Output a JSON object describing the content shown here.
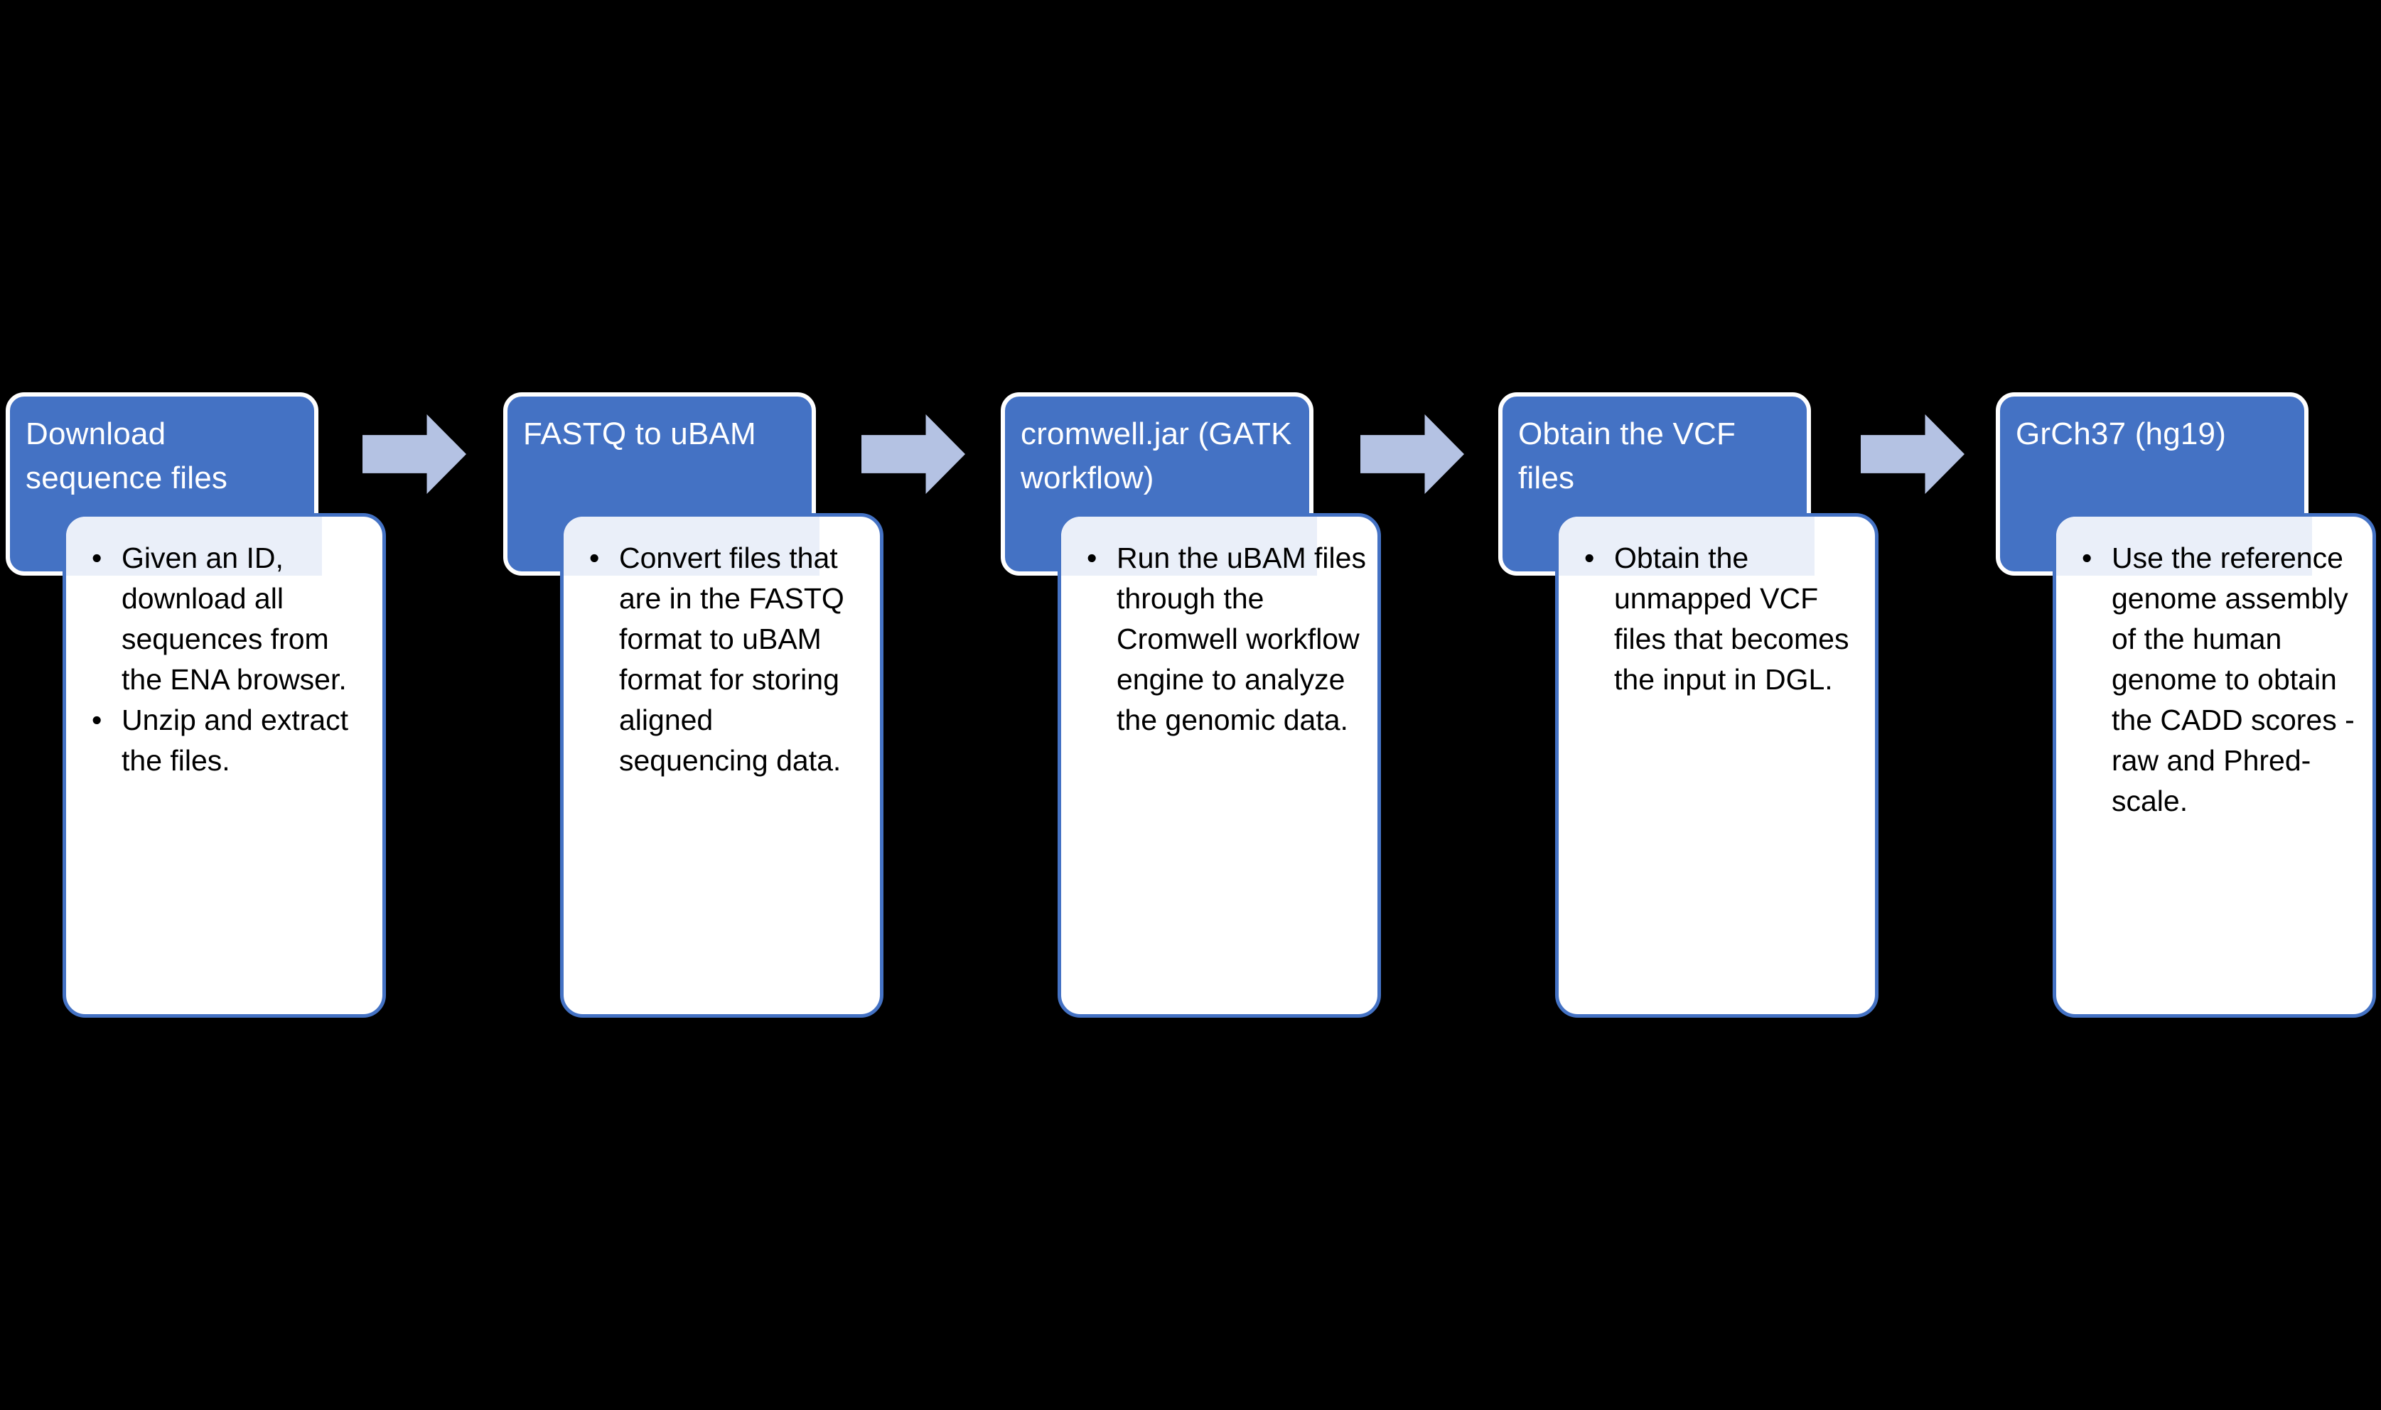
{
  "diagram": {
    "background_color": "#000000",
    "header_color": "#4472C4",
    "body_color": "#FFFFFF",
    "body_border_color": "#4472C4",
    "arrow_color": "#B4C2E3",
    "header_text_color": "#FFFFFF",
    "body_text_color": "#000000",
    "steps": [
      {
        "title": "Download sequence files",
        "bullets": [
          "Given an ID, download all sequences from the ENA browser.",
          "Unzip and extract the files."
        ]
      },
      {
        "title": "FASTQ to uBAM",
        "bullets": [
          "Convert files that are in the FASTQ format to uBAM format for storing aligned sequencing data."
        ]
      },
      {
        "title": "cromwell.jar (GATK workflow)",
        "bullets": [
          "Run the uBAM files through the Cromwell workflow engine to analyze the genomic data."
        ]
      },
      {
        "title": "Obtain the VCF files",
        "bullets": [
          "Obtain the unmapped VCF files that becomes the input in DGL."
        ]
      },
      {
        "title": "GrCh37 (hg19)",
        "bullets": [
          "Use the reference genome assembly of the human genome to obtain the CADD scores - raw and Phred-scale."
        ]
      }
    ],
    "arrows": [
      {
        "name": "arrow-step1-to-step2"
      },
      {
        "name": "arrow-step2-to-step3"
      },
      {
        "name": "arrow-step3-to-step4"
      },
      {
        "name": "arrow-step4-to-step5"
      }
    ]
  }
}
